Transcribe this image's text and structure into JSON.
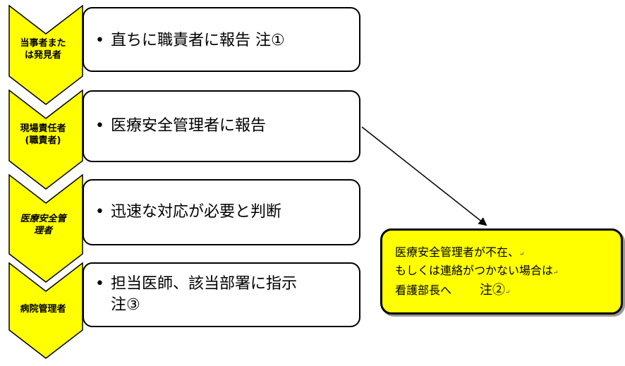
{
  "colors": {
    "chevron": "#ffff00",
    "callout": "#ffff00",
    "stroke": "#000000"
  },
  "steps": [
    {
      "role_lines": [
        "当事者また",
        "は発見者"
      ],
      "action_lines": [
        "直ちに職責者に報告 注①"
      ]
    },
    {
      "role_lines": [
        "現場責任者",
        "(職責者)"
      ],
      "action_lines": [
        "医療安全管理者に報告"
      ]
    },
    {
      "role_lines": [
        "医療安全管",
        "理者"
      ],
      "action_lines": [
        "迅速な対応が必要と判断"
      ]
    },
    {
      "role_lines": [
        "病院管理者"
      ],
      "action_lines": [
        "担当医師、該当部署に指示",
        "注③"
      ]
    }
  ],
  "callout": {
    "line1": "医療安全管理者が不在、",
    "line2": "もしくは連絡がつかない場合は",
    "line3_a": "看護部長へ",
    "line3_b": "注②",
    "return_mark": "↵"
  }
}
